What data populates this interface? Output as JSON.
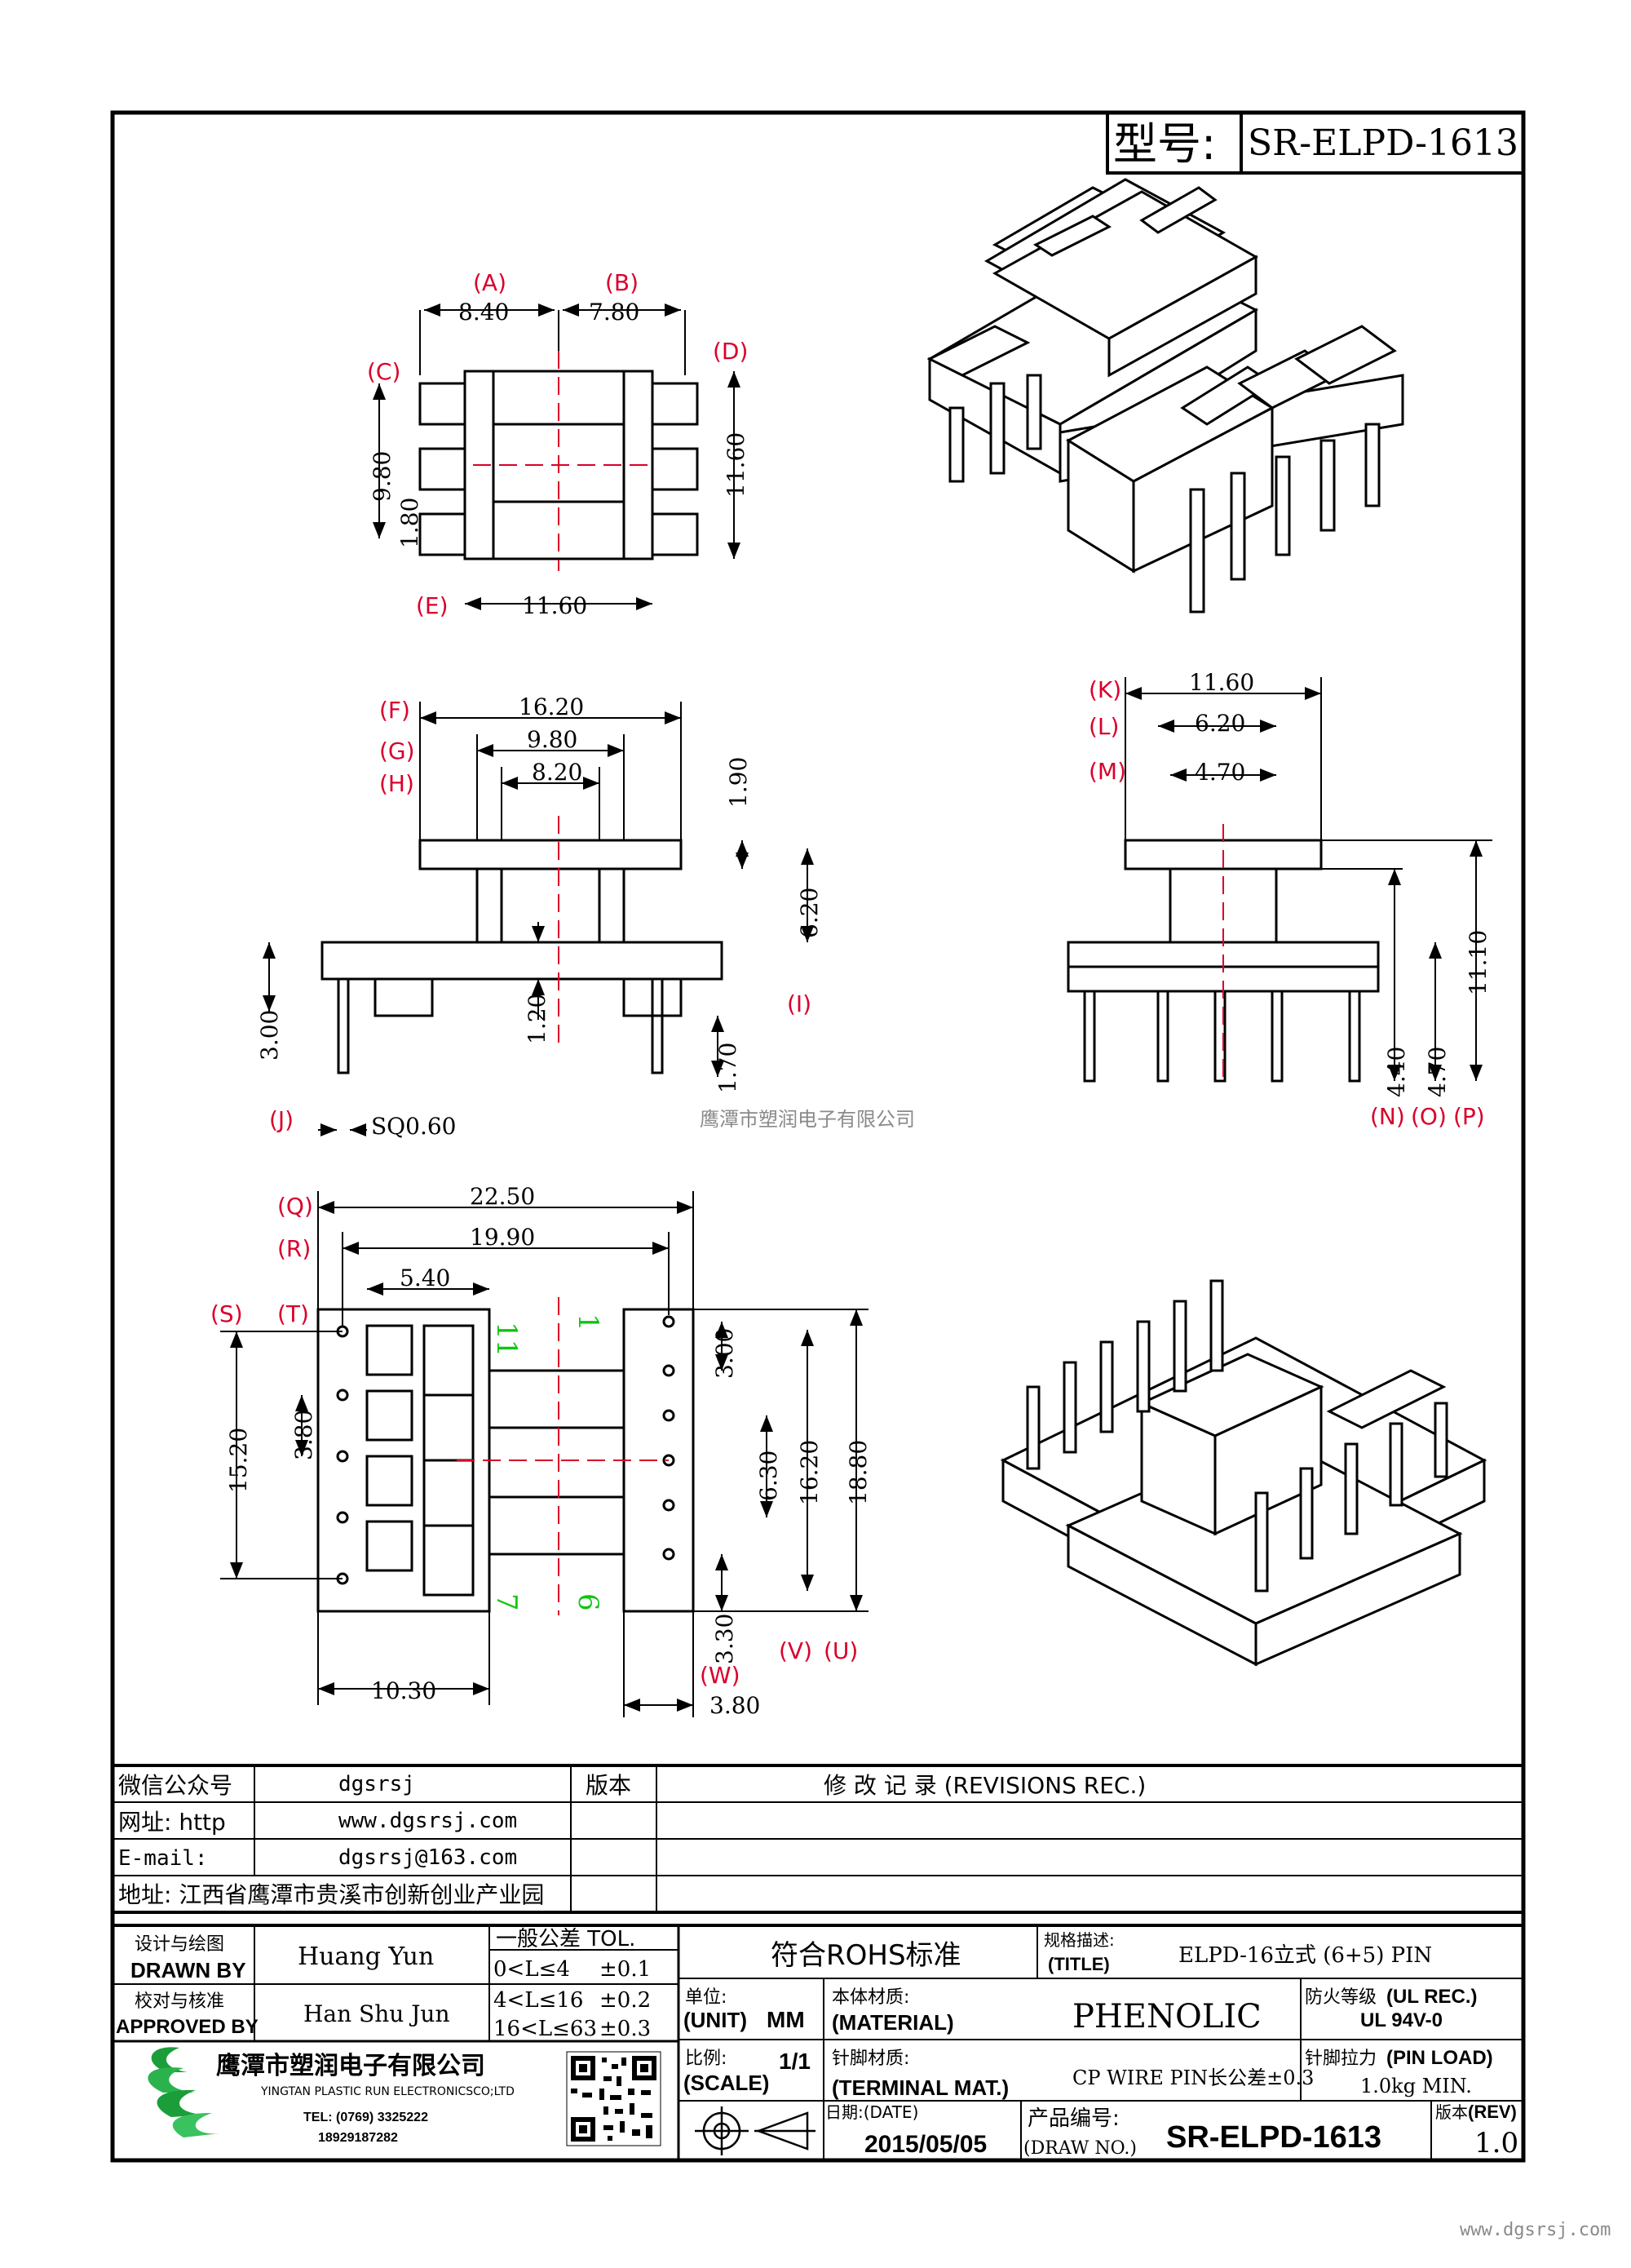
{
  "header": {
    "model_label": "型号:",
    "model_value": "SR-ELPD-1613"
  },
  "views": {
    "top": {
      "dims": {
        "a": "8.40",
        "b": "7.80",
        "c": "9.80",
        "c2": "1.80",
        "d": "11.60",
        "e": "11.60"
      },
      "labels": {
        "a": "(A)",
        "b": "(B)",
        "c": "(C)",
        "d": "(D)",
        "e": "(E)"
      }
    },
    "front": {
      "dims": {
        "f": "16.20",
        "g": "9.80",
        "h": "8.20",
        "h2": "1.90",
        "i": "6.20",
        "i2": "1.20",
        "i3": "1.70",
        "j": "3.00",
        "sq": "SQ0.60"
      },
      "labels": {
        "f": "(F)",
        "g": "(G)",
        "h": "(H)",
        "i": "(I)",
        "j": "(J)"
      }
    },
    "side": {
      "dims": {
        "k": "11.60",
        "l": "6.20",
        "m": "4.70",
        "total": "11.10",
        "n": "4.40",
        "o": "4.70"
      },
      "labels": {
        "k": "(K)",
        "l": "(L)",
        "m": "(M)",
        "n": "(N)",
        "o": "(O)",
        "p": "(P)"
      }
    },
    "bottom": {
      "dims": {
        "q": "22.50",
        "r": "19.90",
        "t": "5.40",
        "s": "15.20",
        "t2": "3.80",
        "u": "18.80",
        "v": "16.20",
        "v2": "6.30",
        "v3": "3.00",
        "w": "3.30",
        "w2": "3.80",
        "bw": "10.30"
      },
      "labels": {
        "q": "(Q)",
        "r": "(R)",
        "s": "(S)",
        "t": "(T)",
        "u": "(U)",
        "v": "(V)",
        "w": "(W)"
      },
      "pins": {
        "p11": "11",
        "p1": "1",
        "p7": "7",
        "p6": "6"
      }
    }
  },
  "watermark": "鹰潭市塑润电子有限公司",
  "revision_table": {
    "rows": [
      {
        "label": "微信公众号",
        "value": "dgsrsj"
      },
      {
        "label": "网址: http",
        "value": "www.dgsrsj.com"
      },
      {
        "label": "E-mail:",
        "value": "dgsrsj@163.com"
      }
    ],
    "address": "地址: 江西省鹰潭市贵溪市创新创业产业园",
    "version_header": "版本",
    "revisions_header": "修 改 记 录 (REVISIONS REC.)"
  },
  "title_block": {
    "drawn_label_cn": "设计与绘图",
    "drawn_label_en": "DRAWN BY",
    "drawn_value": "Huang Yun",
    "approved_label_cn": "校对与核准",
    "approved_label_en": "APPROVED BY",
    "approved_value": "Han Shu Jun",
    "tol_header": "一般公差 TOL.",
    "tol_rows": [
      {
        "range": "0<L≤4",
        "val": "±0.1"
      },
      {
        "range": "4<L≤16",
        "val": "±0.2"
      },
      {
        "range": "16<L≤63",
        "val": "±0.3"
      }
    ],
    "rohs": "符合ROHS标准",
    "spec_label_cn": "规格描述:",
    "spec_label_en": "(TITLE)",
    "spec_value": "ELPD-16立式 (6+5) PIN",
    "unit_label_cn": "单位:",
    "unit_label_en": "(UNIT)",
    "unit_value": "MM",
    "material_label_cn": "本体材质:",
    "material_label_en": "(MATERIAL)",
    "material_value": "PHENOLIC",
    "fire_label_cn": "防火等级",
    "fire_label_en": "(UL REC.)",
    "fire_value": "UL 94V-0",
    "scale_label_cn": "比例:",
    "scale_label_en": "(SCALE)",
    "scale_value": "1/1",
    "terminal_label_cn": "针脚材质:",
    "terminal_label_en": "(TERMINAL MAT.)",
    "terminal_value": "CP WIRE  PIN长公差±0.3",
    "pinload_label_cn": "针脚拉力",
    "pinload_label_en": "(PIN LOAD)",
    "pinload_value": "1.0kg MIN.",
    "date_label": "日期:(DATE)",
    "date_value": "2015/05/05",
    "drawno_label_cn": "产品编号:",
    "drawno_label_en": "(DRAW NO.)",
    "drawno_value": "SR-ELPD-1613",
    "rev_label_cn": "版本",
    "rev_label_en": "(REV)",
    "rev_value": "1.0"
  },
  "company": {
    "name_cn": "鹰潭市塑润电子有限公司",
    "name_en": "YINGTAN PLASTIC RUN ELECTRONICSCO;LTD",
    "tel": "TEL: (0769) 3325222",
    "mobile": "18929187282"
  },
  "footer_url": "www.dgsrsj.com"
}
